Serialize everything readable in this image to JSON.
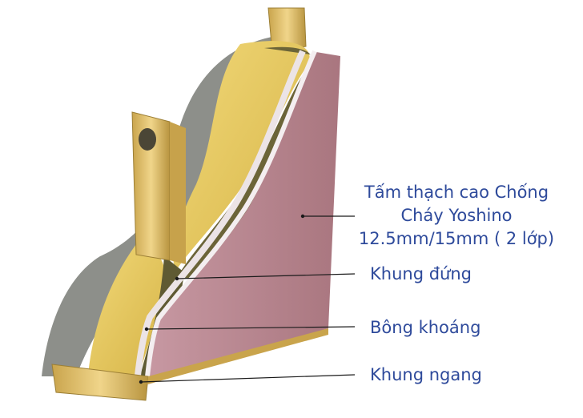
{
  "labels": {
    "gypsum_board": [
      "Tấm thạch cao Chống",
      "Cháy Yoshino",
      "12.5mm/15mm ( 2 lớp)"
    ],
    "vertical_stud": "Khung đứng",
    "mineral_wool": "Bông khoáng",
    "horizontal_track": "Khung ngang"
  },
  "colors": {
    "label_text": "#2e4a9b",
    "gypsum_board": "#b5848e",
    "mineral_wool_outer": "#e6c85a",
    "mineral_wool_inner": "#6b6438",
    "steel_frame": "#d9b760"
  }
}
